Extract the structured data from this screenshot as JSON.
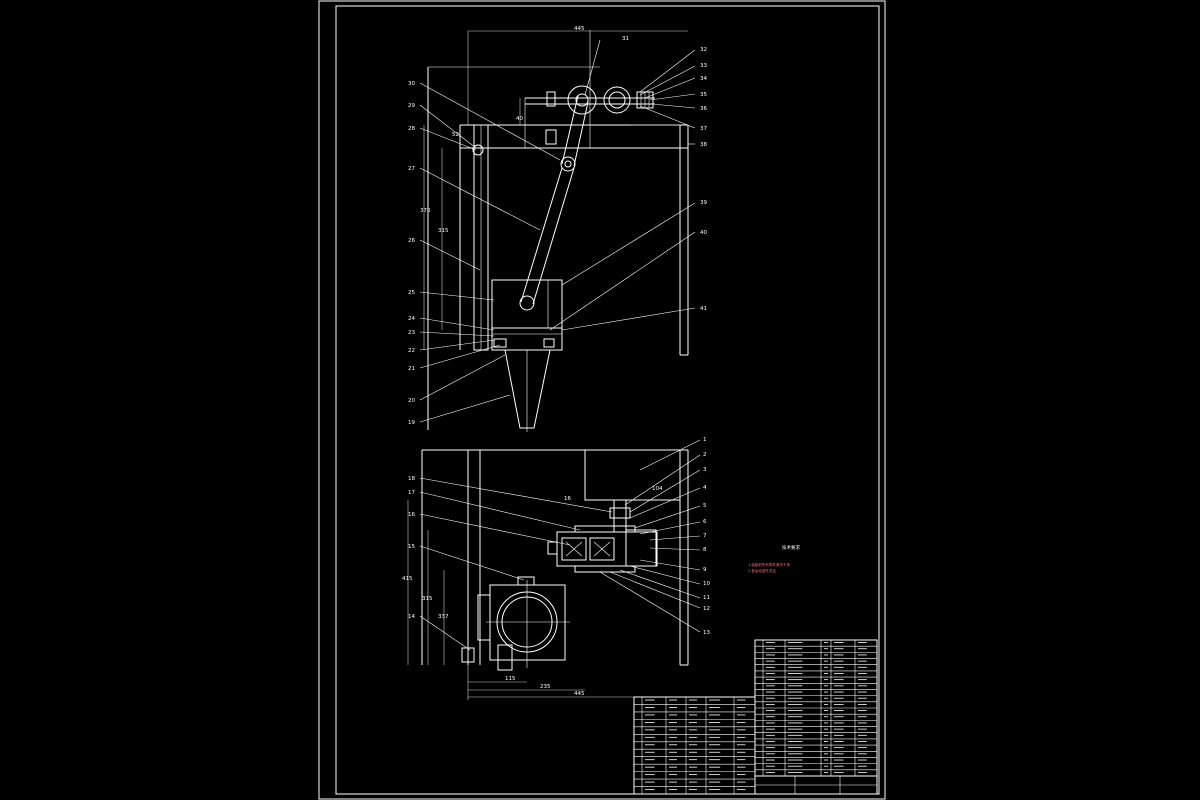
{
  "drawing": {
    "part_labels_front": [
      "31",
      "32",
      "33",
      "34",
      "35",
      "36",
      "37",
      "38",
      "39",
      "40",
      "41",
      "30",
      "29",
      "28",
      "27",
      "26",
      "25",
      "24",
      "23",
      "22",
      "21",
      "20",
      "19"
    ],
    "part_labels_plan": [
      "1",
      "2",
      "3",
      "4",
      "5",
      "6",
      "7",
      "8",
      "9",
      "10",
      "11",
      "12",
      "13",
      "18",
      "17",
      "16",
      "15",
      "14"
    ],
    "dimensions": {
      "front_top": "445",
      "front_left_outer": "370",
      "front_left_inner": "315",
      "front_small": "52",
      "front_upper": "40",
      "plan_left_outer": "415",
      "plan_left_inner": "315",
      "plan_left_small": "337",
      "plan_bottom_1": "115",
      "plan_bottom_2": "235",
      "plan_bottom_3": "445",
      "plan_mid": "16",
      "plan_top": "104"
    }
  },
  "notes": {
    "heading": "技术要求",
    "line1": "1.装配前所有零件清洗干净",
    "line2": "2.各运动部件灵活"
  },
  "colors": {
    "line": "#ffffff",
    "background": "#000000",
    "note": "#ff6a6a"
  }
}
